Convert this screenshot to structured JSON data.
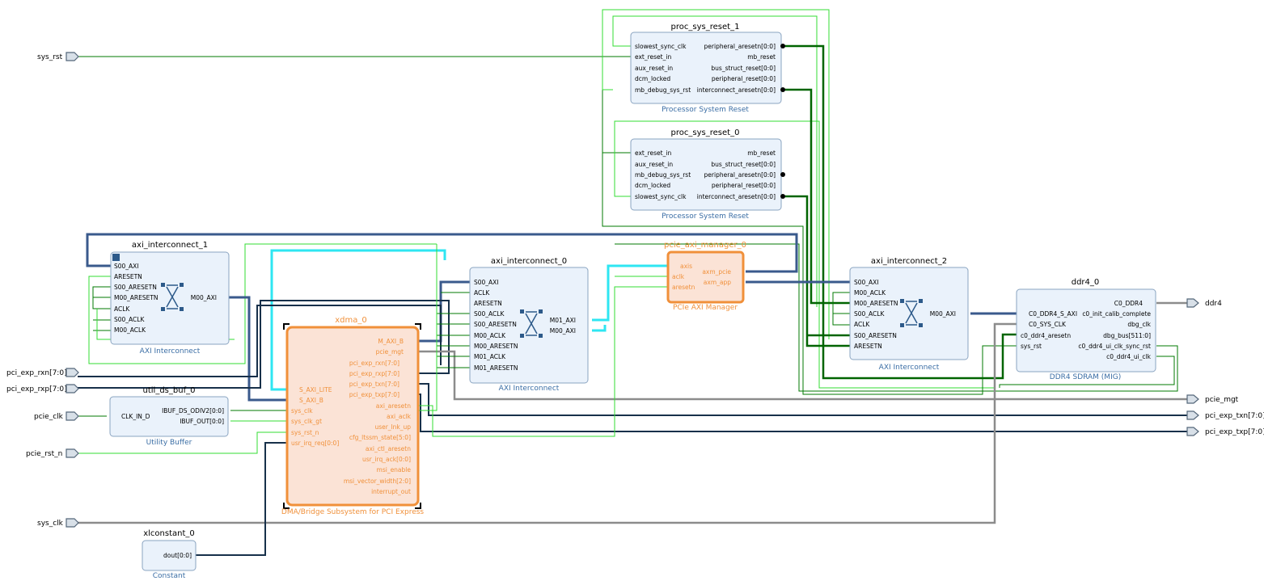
{
  "external_ports": {
    "sys_rst": "sys_rst",
    "pci_exp_rxn": "pci_exp_rxn[7:0]",
    "pci_exp_rxp": "pci_exp_rxp[7:0]",
    "pcie_clk": "pcie_clk",
    "pcie_rst_n": "pcie_rst_n",
    "sys_clk": "sys_clk",
    "ddr4": "ddr4",
    "pcie_mgt": "pcie_mgt",
    "pci_exp_txn": "pci_exp_txn[7:0]",
    "pci_exp_txp": "pci_exp_txp[7:0]"
  },
  "blocks": {
    "proc_sys_reset_1": {
      "name": "proc_sys_reset_1",
      "subtitle": "Processor System Reset",
      "left_pins": [
        "slowest_sync_clk",
        "ext_reset_in",
        "aux_reset_in",
        "dcm_locked",
        "mb_debug_sys_rst"
      ],
      "right_pins": [
        "peripheral_aresetn[0:0]",
        "mb_reset",
        "bus_struct_reset[0:0]",
        "peripheral_reset[0:0]",
        "interconnect_aresetn[0:0]"
      ]
    },
    "proc_sys_reset_0": {
      "name": "proc_sys_reset_0",
      "subtitle": "Processor System Reset",
      "left_pins": [
        "ext_reset_in",
        "aux_reset_in",
        "mb_debug_sys_rst",
        "dcm_locked",
        "slowest_sync_clk"
      ],
      "right_pins": [
        "mb_reset",
        "bus_struct_reset[0:0]",
        "peripheral_aresetn[0:0]",
        "peripheral_reset[0:0]",
        "interconnect_aresetn[0:0]"
      ]
    },
    "axi_interconnect_1": {
      "name": "axi_interconnect_1",
      "subtitle": "AXI Interconnect",
      "left_pins": [
        "S00_AXI",
        "ARESETN",
        "S00_ARESETN",
        "M00_ARESETN",
        "ACLK",
        "S00_ACLK",
        "M00_ACLK"
      ],
      "right_pins": [
        "M00_AXI"
      ]
    },
    "axi_interconnect_0": {
      "name": "axi_interconnect_0",
      "subtitle": "AXI Interconnect",
      "left_pins": [
        "S00_AXI",
        "ACLK",
        "ARESETN",
        "S00_ACLK",
        "S00_ARESETN",
        "M00_ACLK",
        "M00_ARESETN",
        "M01_ACLK",
        "M01_ARESETN"
      ],
      "right_pins": [
        "M01_AXI",
        "M00_AXI"
      ]
    },
    "pcie_axi_manager_0": {
      "name": "pcie_axi_manager_0",
      "subtitle": "PCIe AXI Manager",
      "left_pins": [
        "axis",
        "aclk",
        "aresetn"
      ],
      "right_pins": [
        "axm_pcie",
        "axm_app"
      ]
    },
    "axi_interconnect_2": {
      "name": "axi_interconnect_2",
      "subtitle": "AXI Interconnect",
      "left_pins": [
        "S00_AXI",
        "M00_ACLK",
        "M00_ARESETN",
        "S00_ACLK",
        "ACLK",
        "S00_ARESETN",
        "ARESETN"
      ],
      "right_pins": [
        "M00_AXI"
      ]
    },
    "ddr4_0": {
      "name": "ddr4_0",
      "subtitle": "DDR4 SDRAM (MIG)",
      "left_pins": [
        "C0_DDR4_S_AXI",
        "C0_SYS_CLK",
        "c0_ddr4_aresetn",
        "sys_rst"
      ],
      "right_pins": [
        "C0_DDR4",
        "c0_init_calib_complete",
        "dbg_clk",
        "dbg_bus[511:0]",
        "c0_ddr4_ui_clk_sync_rst",
        "c0_ddr4_ui_clk"
      ]
    },
    "xdma_0": {
      "name": "xdma_0",
      "subtitle": "DMA/Bridge Subsystem for PCI Express",
      "left_pins": [
        "S_AXI_LITE",
        "S_AXI_B",
        "sys_clk",
        "sys_clk_gt",
        "sys_rst_n",
        "usr_irq_req[0:0]"
      ],
      "right_pins": [
        "M_AXI_B",
        "pcie_mgt",
        "pci_exp_rxn[7:0]",
        "pci_exp_rxp[7:0]",
        "pci_exp_txn[7:0]",
        "pci_exp_txp[7:0]",
        "axi_aresetn",
        "axi_aclk",
        "user_lnk_up",
        "cfg_ltssm_state[5:0]",
        "axi_ctl_aresetn",
        "usr_irq_ack[0:0]",
        "msi_enable",
        "msi_vector_width[2:0]",
        "interrupt_out"
      ]
    },
    "util_ds_buf_0": {
      "name": "util_ds_buf_0",
      "subtitle": "Utility Buffer",
      "left_pins": [
        "CLK_IN_D"
      ],
      "right_pins": [
        "IBUF_DS_ODIV2[0:0]",
        "IBUF_OUT[0:0]"
      ]
    },
    "xlconstant_0": {
      "name": "xlconstant_0",
      "subtitle": "Constant",
      "left_pins": [],
      "right_pins": [
        "dout[0:0]"
      ]
    }
  },
  "colors": {
    "block_fill": "#eaf2fb",
    "block_border": "#8aa4c0",
    "selected_fill": "#fbe3d6",
    "selected_border": "#f0903a",
    "clock_wire": "#007a00",
    "reset_wire": "#33dd33",
    "bus_wire": "#3a5a8c",
    "selected_wire": "#2ee6f2"
  }
}
